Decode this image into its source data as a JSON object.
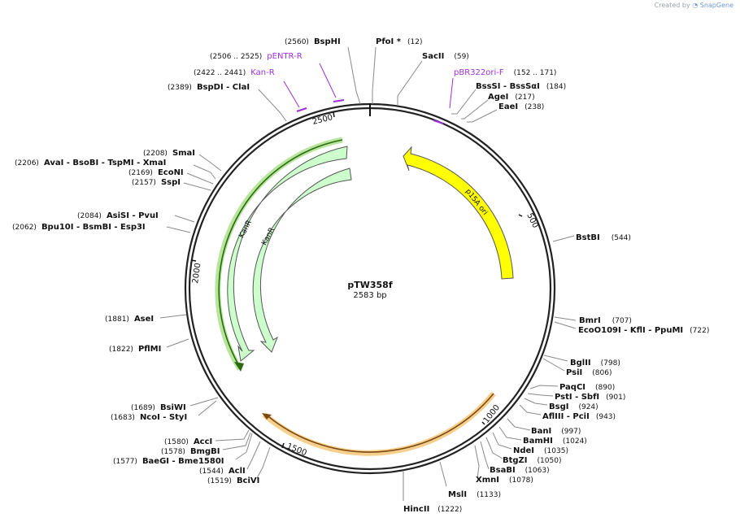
{
  "credit": {
    "prefix": "Created by",
    "brand": "SnapGene"
  },
  "plasmid": {
    "name": "pTW358f",
    "size": "2583 bp"
  },
  "colors": {
    "backbone": "#222222",
    "p15a": "#ffff00",
    "kanr": "#ccffcc",
    "line": "#888888",
    "primer": "#9b30d9",
    "orange": "#f0a830"
  },
  "ticks": [
    "500",
    "1000",
    "1500",
    "2000",
    "2500"
  ],
  "features": [
    {
      "label": "p15A ori",
      "icon": "arrow-feature"
    },
    {
      "label": "KanR",
      "icon": "arrow-feature"
    },
    {
      "label": "KanR",
      "icon": "arrow-feature"
    }
  ],
  "primers": [
    {
      "pos": "(2506 .. 2525)",
      "name": "pENTR-R"
    },
    {
      "pos": "(2422 .. 2441)",
      "name": "Kan-R"
    },
    {
      "pos": "(152 .. 171)",
      "name": "pBR322ori-F"
    }
  ],
  "sites": [
    {
      "name": "BspHI",
      "pos": "(2560)"
    },
    {
      "name": "PfoI *",
      "pos": "(12)"
    },
    {
      "name": "SacII",
      "pos": "(59)"
    },
    {
      "name": "BssSI  - BssSαI",
      "pos": "(184)"
    },
    {
      "name": "AgeI",
      "pos": "(217)"
    },
    {
      "name": "EaeI",
      "pos": "(238)"
    },
    {
      "name": "BspDI  - ClaI",
      "pos": "(2389)"
    },
    {
      "name": "SmaI",
      "pos": "(2208)"
    },
    {
      "name": "AvaI  - BsoBI  - TspMI  - XmaI",
      "pos": "(2206)"
    },
    {
      "name": "EcoNI",
      "pos": "(2169)"
    },
    {
      "name": "SspI",
      "pos": "(2157)"
    },
    {
      "name": "AsiSI  - PvuI",
      "pos": "(2084)"
    },
    {
      "name": "Bpu10I  - BsmBI  - Esp3I",
      "pos": "(2062)"
    },
    {
      "name": "BstBI",
      "pos": "(544)"
    },
    {
      "name": "BmrI",
      "pos": "(707)"
    },
    {
      "name": "EcoO109I  - KflI  - PpuMI",
      "pos": "(722)"
    },
    {
      "name": "AseI",
      "pos": "(1881)"
    },
    {
      "name": "PflMI",
      "pos": "(1822)"
    },
    {
      "name": "BglII",
      "pos": "(798)"
    },
    {
      "name": "PsiI",
      "pos": "(806)"
    },
    {
      "name": "PaqCI",
      "pos": "(890)"
    },
    {
      "name": "PstI  - SbfI",
      "pos": "(901)"
    },
    {
      "name": "BsgI",
      "pos": "(924)"
    },
    {
      "name": "AflIII  - PciI",
      "pos": "(943)"
    },
    {
      "name": "BanI",
      "pos": "(997)"
    },
    {
      "name": "BamHI",
      "pos": "(1024)"
    },
    {
      "name": "NdeI",
      "pos": "(1035)"
    },
    {
      "name": "BtgZI",
      "pos": "(1050)"
    },
    {
      "name": "BsaBI",
      "pos": "(1063)"
    },
    {
      "name": "XmnI",
      "pos": "(1078)"
    },
    {
      "name": "MslI",
      "pos": "(1133)"
    },
    {
      "name": "HincII",
      "pos": "(1222)"
    },
    {
      "name": "BsiWI",
      "pos": "(1689)"
    },
    {
      "name": "NcoI  - StyI",
      "pos": "(1683)"
    },
    {
      "name": "AccI",
      "pos": "(1580)"
    },
    {
      "name": "BmgBI",
      "pos": "(1578)"
    },
    {
      "name": "BaeGI  - Bme1580I",
      "pos": "(1577)"
    },
    {
      "name": "AclI",
      "pos": "(1544)"
    },
    {
      "name": "BciVI",
      "pos": "(1519)"
    }
  ]
}
